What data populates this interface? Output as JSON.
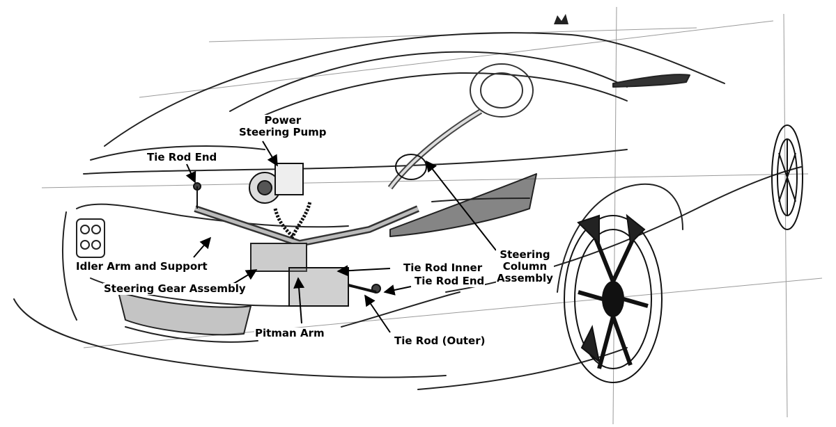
{
  "labels": {
    "power_steering_pump_line1": "Power",
    "power_steering_pump_line2": "Steering Pump",
    "tie_rod_end_left": "Tie Rod End",
    "idler_arm": "Idler Arm and Support",
    "steering_gear": "Steering Gear Assembly",
    "pitman_arm": "Pitman Arm",
    "tie_rod_inner": "Tie Rod Inner",
    "tie_rod_end_right": "Tie Rod End",
    "tie_rod_outer": "Tie Rod (Outer)",
    "steering_column_line1": "Steering",
    "steering_column_line2": "Column",
    "steering_column_line3": "Assembly"
  },
  "colors": {
    "ink": "#000000",
    "pencil": "#333333",
    "light_pencil": "#888888",
    "background": "#ffffff"
  }
}
